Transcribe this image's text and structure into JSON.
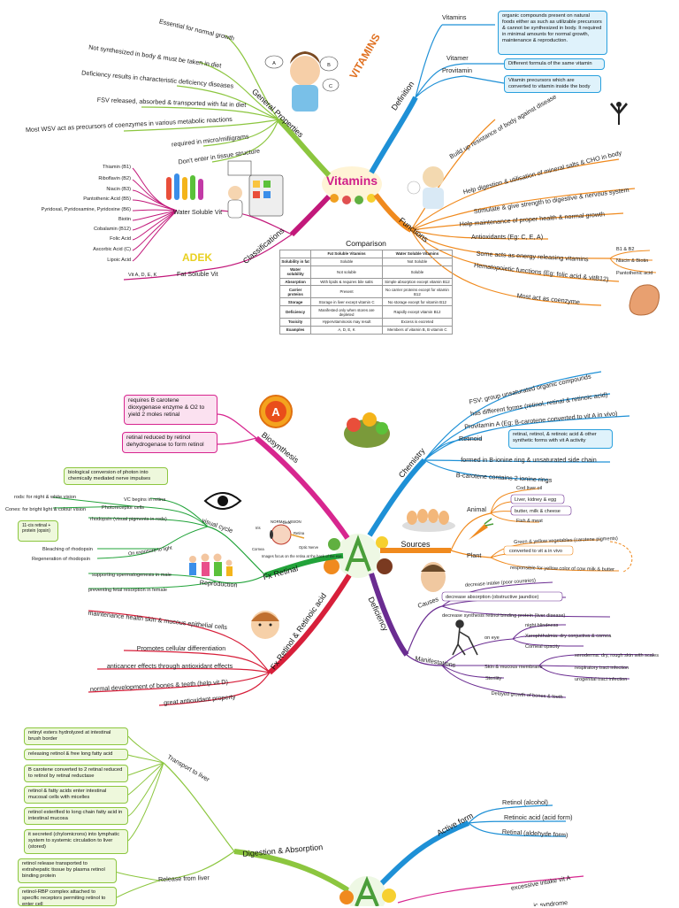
{
  "center_1": "Vitamins",
  "definition": {
    "branch": "Definition",
    "vitamins": "Vitamins",
    "vitamins_box": "organic compounds present on natural foods either as such as utilizable precursors & cannot be synthesized in body. It required in minimal amounts for normal growth, maintenance & reproduction.",
    "vitamer": "Vitamer",
    "vitamer_box": "Different formula of the same vitamin",
    "provitamin": "Provitamin",
    "provitamin_box": "Vitamin precursors which are converted to vitamin inside the body"
  },
  "general": {
    "branch": "General Properties",
    "items": [
      "Essential for normal growth",
      "Not synthesized in body & must be taken in diet",
      "Deficiency results in characteristic deficiency diseases",
      "FSV released, absorbed & transported with fat in diet",
      "Most WSV act as precursors of coenzymes in various metabolic reactions",
      "required in micro/milligrams",
      "Don't enter in tissue structure"
    ]
  },
  "classifications": {
    "branch": "Classifications",
    "water": "Water Soluble Vit",
    "water_items": [
      "Thiamin (B1)",
      "Riboflavin (B2)",
      "Niacin (B3)",
      "Pantothenic Acid (B5)",
      "Pyridoxal, Pyridoxamine, Pyridoxine (B6)",
      "Biotin",
      "Cobalamin (B12)",
      "Folic Acid",
      "Ascorbic Acid (C)",
      "Lipoic Acid"
    ],
    "fat": "Fat Soluble Vit",
    "fat_items": "Vit A, D, E, K"
  },
  "functions": {
    "branch": "Functions",
    "items": [
      "Build up resistance of body against disease",
      "Help digestion & utilisation of mineral salts & CHO in body",
      "Stimulate & give strength to digestive & nervous system",
      "Help maintenance of proper health & normal growth",
      "Antioxidants (Eg: C, E, A)",
      "Some acts as energy releasing vitamins",
      "Hematopoietic functions (Eg: folic acid & vitB12)",
      "Most act as coenzyme"
    ],
    "energy_items": [
      "B1 & B2",
      "Niacin & Biotin",
      "Pantothenic acid"
    ]
  },
  "comparison": {
    "title": "Comparison",
    "headers": [
      "",
      "Fat Soluble Vitamins",
      "Water Soluble Vitamins"
    ],
    "rows": [
      [
        "Solubility in fat",
        "Soluble",
        "Not Soluble"
      ],
      [
        "Water solubility",
        "Not soluble",
        "Soluble"
      ],
      [
        "Absorption",
        "With lipids & requires bile salts",
        "Simple absorption except vitamin B12"
      ],
      [
        "Carrier proteins",
        "Present",
        "No carrier proteins except for vitamin B12"
      ],
      [
        "Storage",
        "Storage in liver except vitamin C",
        "No storage except for vitamin B12"
      ],
      [
        "Deficiency",
        "Manifested only when stores are depleted",
        "Rapidly except vitamin B12"
      ],
      [
        "Toxicity",
        "Hypervitaminosis may result",
        "Excess is excreted"
      ],
      [
        "Examples",
        "A, D, E, K",
        "Members of vitamin B, B vitamin C"
      ]
    ]
  },
  "biosynthesis": {
    "branch": "Biosynthesis",
    "box1": "requires B carotene dioxygenase enzyme & O2 to yield 2 moles retinal",
    "box2": "retinal reduced by retinol dehydrogenase to form retinol"
  },
  "chemistry": {
    "branch": "Chemistry",
    "items": [
      "FSV: group unsaturated organic compounds",
      "has different forms (retinol, retinal & retinoic acid)",
      "Provitamin A (Eg: B-carotene converted to vit A in vivo)",
      "Retinoid",
      "formed in B-ionine ring & unsaturated side chain",
      "B-carotene contains 2 ionine rings"
    ],
    "retinoid_box": "retinal, retinol, & retinoic acid & other synthetic forms with vit A activity"
  },
  "fx_retinal": {
    "branch": "Fx Retinal",
    "visual_cycle": "visual cycle",
    "box": "biological conversion of photon into chemically mediated nerve impulses",
    "items": [
      "VC begins in retina",
      "Photoreceptor cells",
      "rhodopsin (visual pigments in rods)",
      "On exposure to light",
      "Bleaching of rhodopsin",
      "Regeneration of rhodopsin"
    ],
    "rods": "rods: for night & white vision",
    "cones": "Cones: for bright light & colour vision",
    "box2": "11-cis retinal + protein (opsin)",
    "eye_title": "NORMAL VISION",
    "eye_caption": "Images focus on the retina at the back of the eye",
    "eye_labels": [
      "Iris",
      "Lens",
      "Retina",
      "Cornea",
      "Optic Nerve"
    ],
    "reproduction": "Reproduction",
    "repro_items": [
      "supporting spermatogenesis in male",
      "preventing fetal resorption in female"
    ]
  },
  "fx_retinol": {
    "branch": "Fx Retinol & Retinoic acid",
    "items": [
      "maintenance health skin & mucous epithelial cells",
      "Promotes cellular differentiation",
      "anticancer effects through antioxidant effects",
      "normal development of bones & teeth (help vit D)",
      "great antioxidant property"
    ]
  },
  "sources": {
    "branch": "Sources",
    "animal": "Animal",
    "animal_items": [
      "Cod liver oil",
      "Liver, kidney & egg",
      "butter, milk & cheese",
      "Fish & meat"
    ],
    "plant": "Plant",
    "plant_items": [
      "Green & yellow vegetables (carotene pigments)",
      "converted to vit a in vivo",
      "responsible for yellow color of cow milk & butter"
    ]
  },
  "deficiency": {
    "branch": "Deficiency",
    "causes": "Causes",
    "cause_items": [
      "decrease intake (poor countries)",
      "decrease absorption (obstructive jaundice)",
      "decrease synthesis retinol binding protein (liver disease)"
    ],
    "manifestations": "Manifestations",
    "on_eye": "on eye",
    "eye_items": [
      "night blindness",
      "Xerophthalmia: dry conjuctiva & cornea",
      "Corneal opacity"
    ],
    "skin": "Skin & mucous membrane",
    "skin_items": [
      "xeroderma: dry, rough skin with scales",
      "respiratory tract infection",
      "urogenital tract infection"
    ],
    "sterility": "Sterility",
    "delayed": "Delayed growth of bones & teeth"
  },
  "digestion": {
    "branch": "Digestion & Absorption",
    "transport": "Transport to liver",
    "boxes": [
      "retinyl esters hydrolyzed at intestinal brush border",
      "releasing retinol & free long fatty acid",
      "B carotene converted to 2 retinal reduced to retinol by retinal reductase",
      "retinol & fatty acids enter intestinal mucosal cells with micelles",
      "retinol esterified to long chain fatty acid in intestinal mucosa",
      "it secreted (chylomicrons) into lymphatic system to systemic circulation to liver (stored)"
    ],
    "release": "Release from liver",
    "release_boxes": [
      "retinol release transported to extrahepatic tissue by plasma retinol binding protein",
      "retinol-RBP complex attached to specific receptors permiting retinol to enter cell"
    ]
  },
  "active_form": {
    "branch": "Active form",
    "items": [
      "Retinol (alcohol)",
      "Retinoic acid (acid form)",
      "Retinal (aldehyde form)"
    ]
  },
  "bottom": {
    "items": [
      "excessive intake vit A",
      "...ic syndrome"
    ]
  },
  "colors": {
    "general": "#8cc63f",
    "definition": "#1e90d6",
    "functions": "#f08a1e",
    "classifications": "#c2187a",
    "biosynthesis": "#d7268f",
    "chemistry": "#1e90d6",
    "fx_retinal": "#22a33a",
    "fx_retinol": "#d71f3a",
    "sources": "#f08a1e",
    "deficiency": "#6a2c91",
    "digestion": "#8cc63f"
  }
}
